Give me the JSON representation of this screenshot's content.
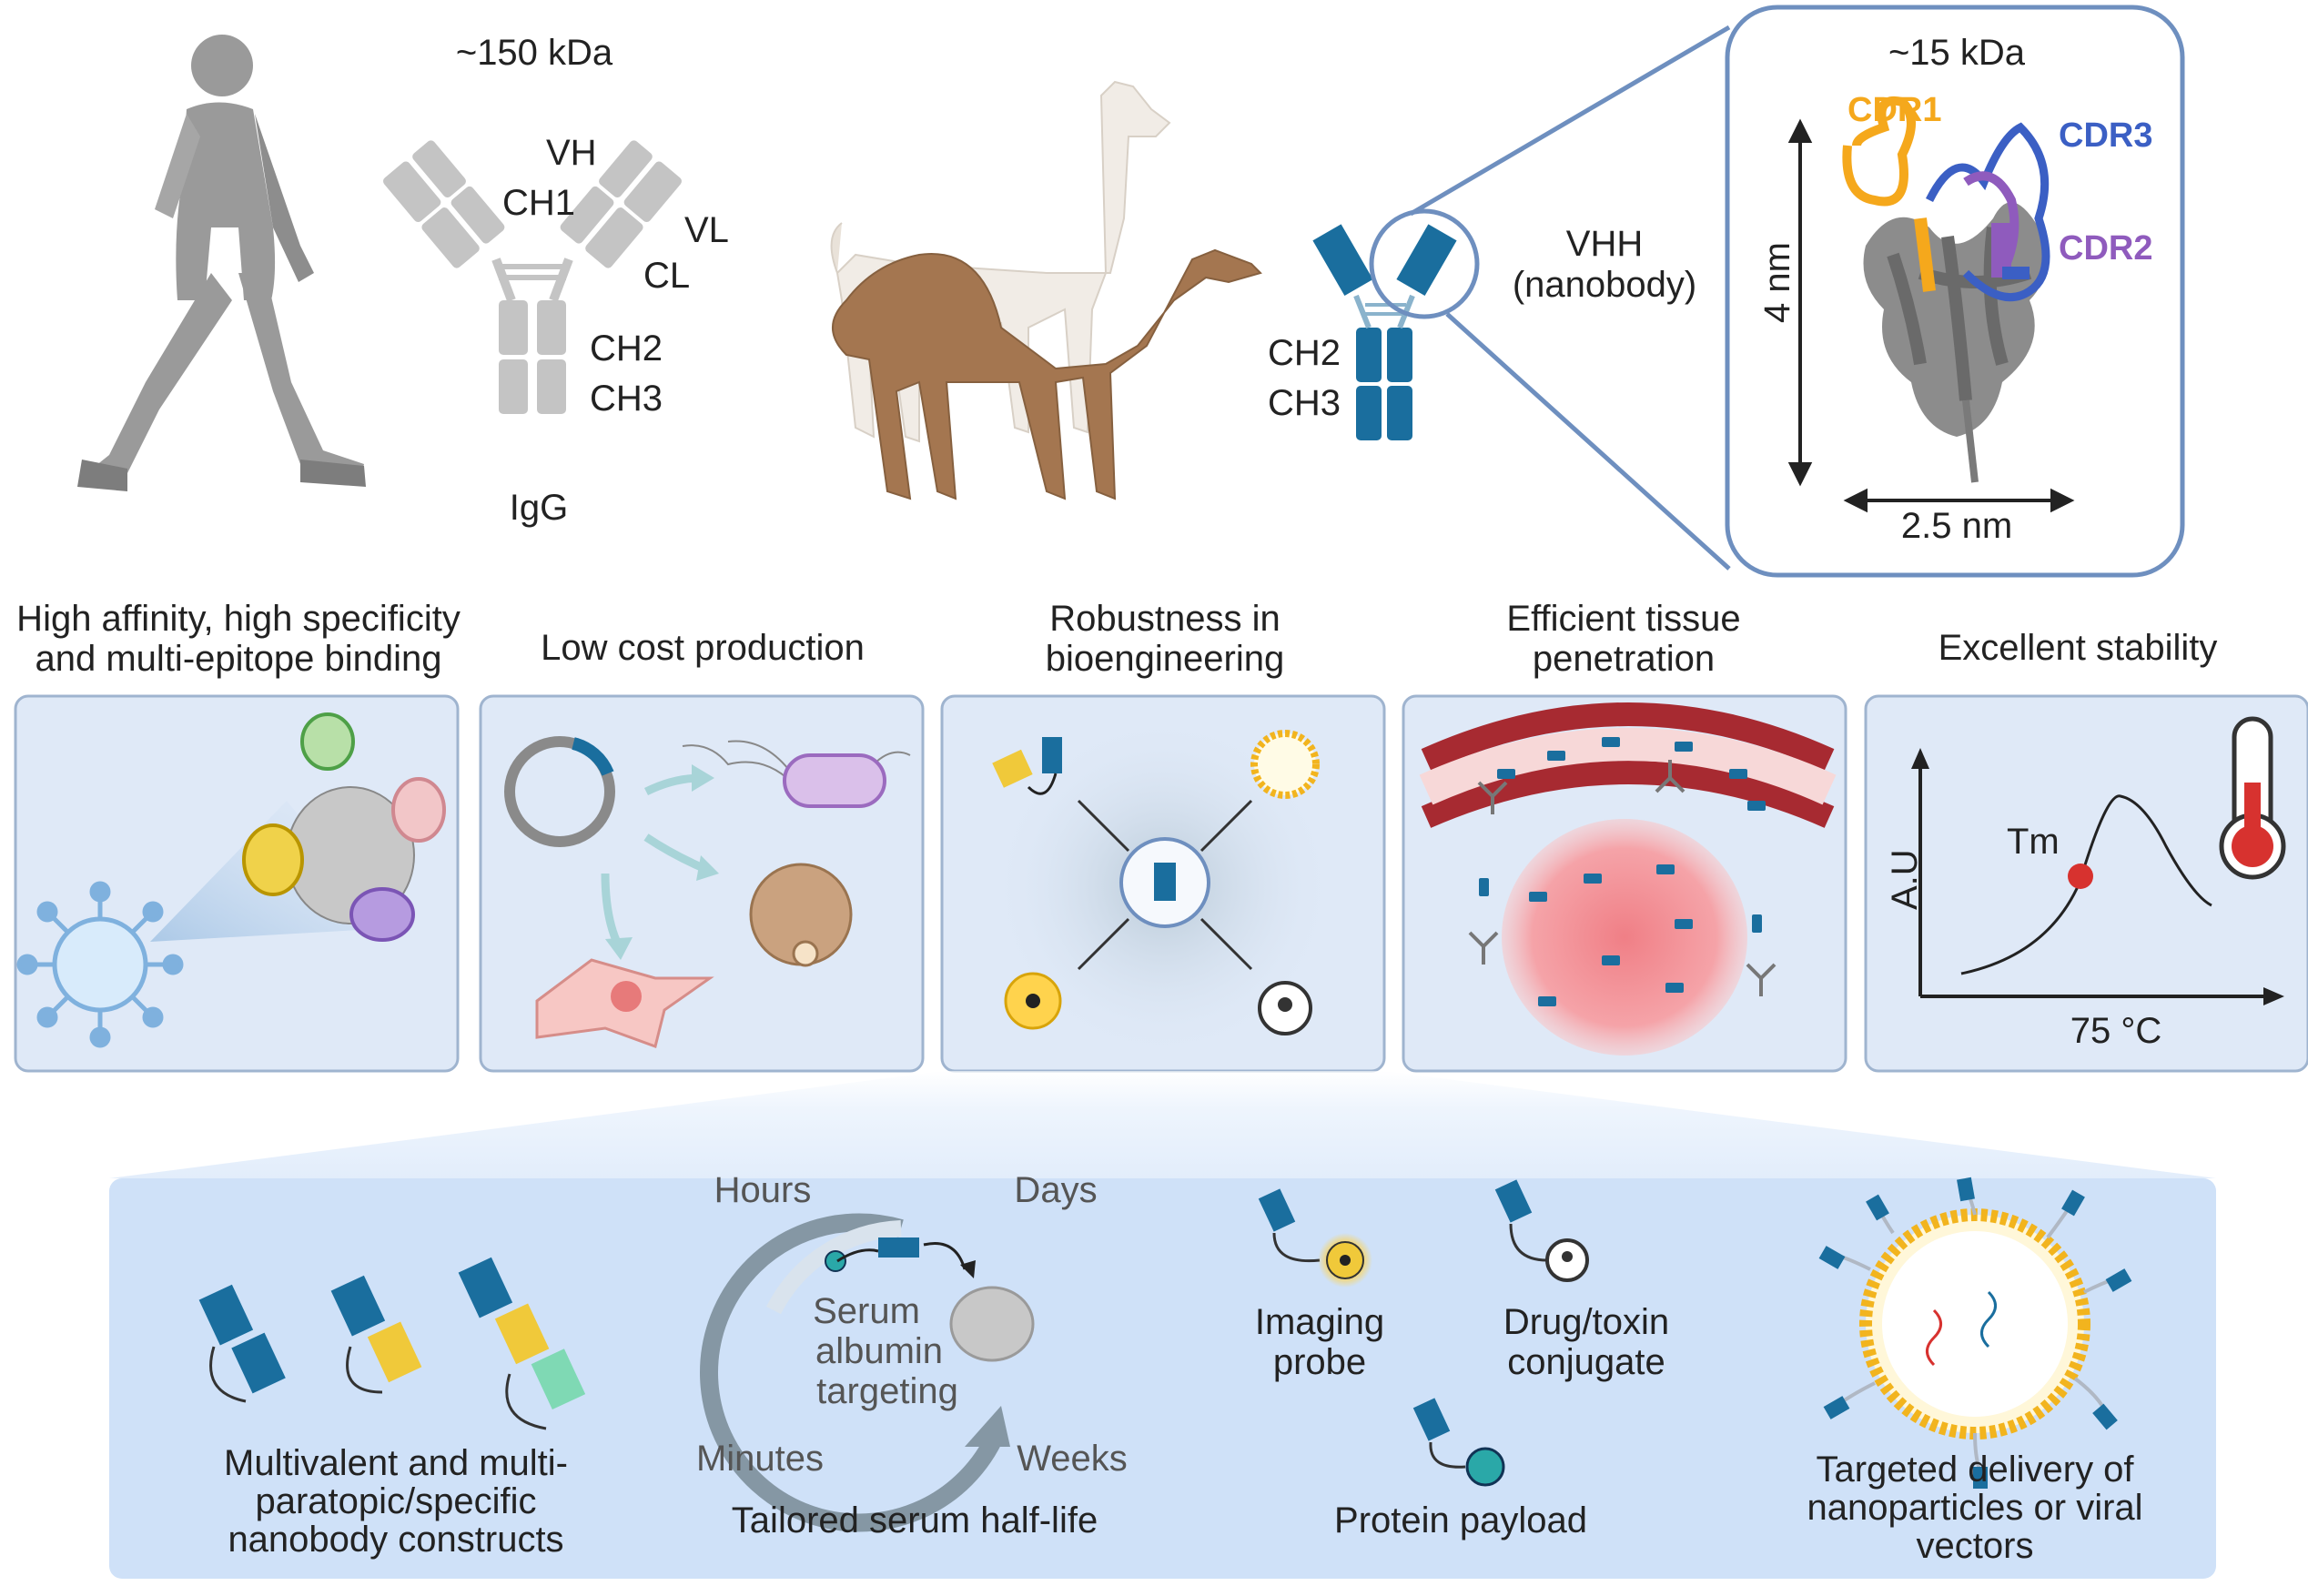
{
  "igg": {
    "weight": "~150 kDa",
    "name": "IgG",
    "domains": {
      "vh": "VH",
      "ch1": "CH1",
      "vl": "VL",
      "cl": "CL",
      "ch2": "CH2",
      "ch3": "CH3"
    }
  },
  "hcab": {
    "ch2": "CH2",
    "ch3": "CH3",
    "vhh": "VHH",
    "vhh_sub": "(nanobody)"
  },
  "nanobody_zoom": {
    "weight": "~15 kDa",
    "cdr1": "CDR1",
    "cdr2": "CDR2",
    "cdr3": "CDR3",
    "height": "4 nm",
    "width": "2.5 nm",
    "colors": {
      "cdr1": "#f5a81c",
      "cdr2": "#8f5bbd",
      "cdr3": "#3b5fc4",
      "frame": "#6e8fbf"
    }
  },
  "properties": [
    {
      "title_line1": "High affinity, high specificity",
      "title_line2": "and multi-epitope binding"
    },
    {
      "title_line1": "Low cost production",
      "title_line2": ""
    },
    {
      "title_line1": "Robustness in",
      "title_line2": "bioengineering"
    },
    {
      "title_line1": "Efficient tissue",
      "title_line2": "penetration"
    },
    {
      "title_line1": "Excellent stability",
      "title_line2": ""
    }
  ],
  "stability_plot": {
    "ylabel": "A.U",
    "marker": "Tm",
    "xlabel": "75 °C"
  },
  "applications": {
    "multivalent": {
      "l1": "Multivalent and multi-",
      "l2": "paratopic/specific",
      "l3": "nanobody constructs"
    },
    "halflife": {
      "hours": "Hours",
      "days": "Days",
      "minutes": "Minutes",
      "weeks": "Weeks",
      "center1": "Serum",
      "center2": "albumin",
      "center3": "targeting",
      "caption": "Tailored serum half-life"
    },
    "imaging": {
      "l1": "Imaging",
      "l2": "probe"
    },
    "drug": {
      "l1": "Drug/toxin",
      "l2": "conjugate"
    },
    "protein": "Protein payload",
    "delivery": {
      "l1": "Targeted delivery of",
      "l2": "nanoparticles or viral",
      "l3": "vectors"
    }
  },
  "palette": {
    "nanobody_blue": "#1a6e9e",
    "gray_antibody": "#c4c4c4",
    "panel_bg": "#dfe9f7",
    "panel_border": "#9fb4cf",
    "bottom_bg": "#d7e6f9",
    "tm_red": "#d7322f"
  }
}
